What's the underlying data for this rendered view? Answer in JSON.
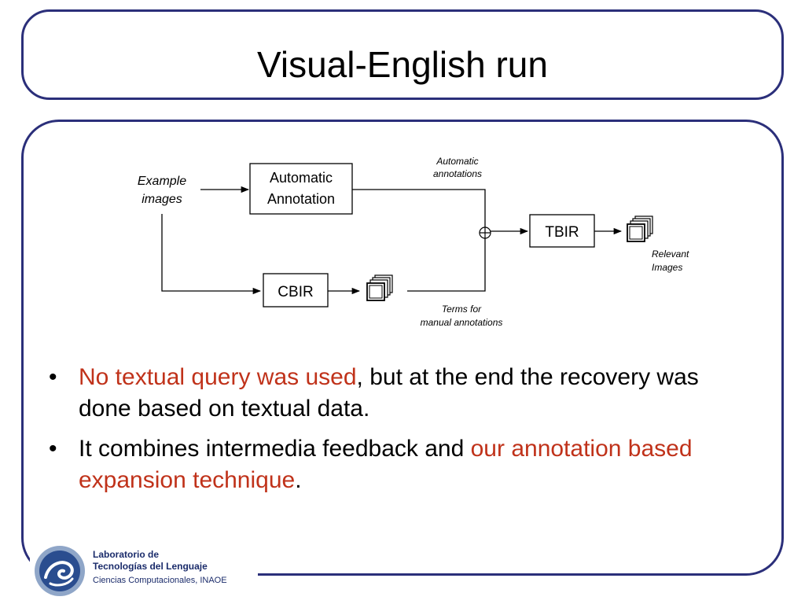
{
  "title": "Visual-English run",
  "diagram": {
    "input_label_line1": "Example",
    "input_label_line2": "images",
    "auto_box_line1": "Automatic",
    "auto_box_line2": "Annotation",
    "auto_out_line1": "Automatic",
    "auto_out_line2": "annotations",
    "tbir_box": "TBIR",
    "cbir_box": "CBIR",
    "relevant_line1": "Relevant",
    "relevant_line2": "Images",
    "terms_line1": "Terms for",
    "terms_line2": "manual annotations"
  },
  "bullets": [
    {
      "red": "No textual query was used",
      "black": ", but at the end the recovery was done based on textual data."
    },
    {
      "black": "It combines intermedia feedback and ",
      "red": "our annotation based expansion technique",
      "end": "."
    }
  ],
  "logo": {
    "line1": "Laboratorio de",
    "line2": "Tecnologías del Lenguaje",
    "line3": "Ciencias Computacionales, INAOE"
  },
  "colors": {
    "frame": "#2b2f7a",
    "highlight": "#c0321a"
  }
}
